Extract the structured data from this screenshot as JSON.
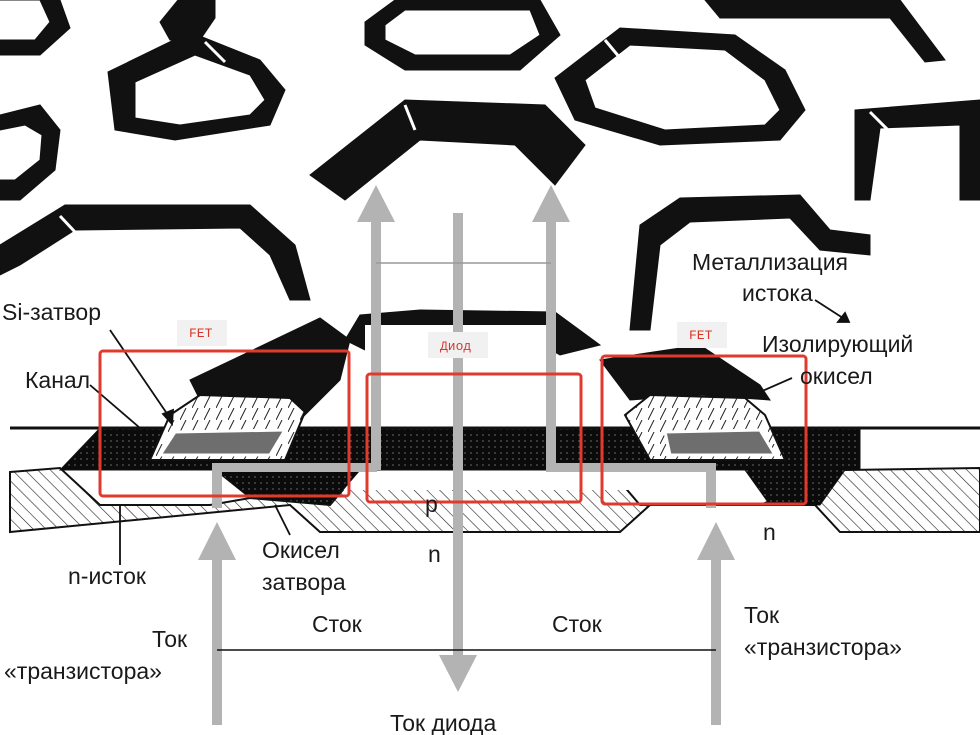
{
  "labels": {
    "si_gate": "Si-затвор",
    "channel": "Канал",
    "n_source": "n-исток",
    "gate_oxide_1": "Окисел",
    "gate_oxide_2": "затвора",
    "p_region": "p",
    "n_center": "n",
    "n_right": "n",
    "source_metal_1": "Металлизация",
    "source_metal_2": "истока",
    "insulating_oxide_1": "Изолирующий",
    "insulating_oxide_2": "окисел",
    "drain_left": "Сток",
    "drain_right": "Сток",
    "transistor_current_left_1": "Ток",
    "transistor_current_left_2": "«транзистора»",
    "transistor_current_right_1": "Ток",
    "transistor_current_right_2": "«транзистора»",
    "diode_current": "Ток диода"
  },
  "annotations": {
    "fet_left": "FET",
    "diode": "Диод",
    "fet_right": "FET"
  },
  "colors": {
    "ink": "#111111",
    "arrow_gray": "#b3b3b3",
    "highlight_red": "#e03a2f",
    "gate_gray": "#6e6e6e"
  }
}
